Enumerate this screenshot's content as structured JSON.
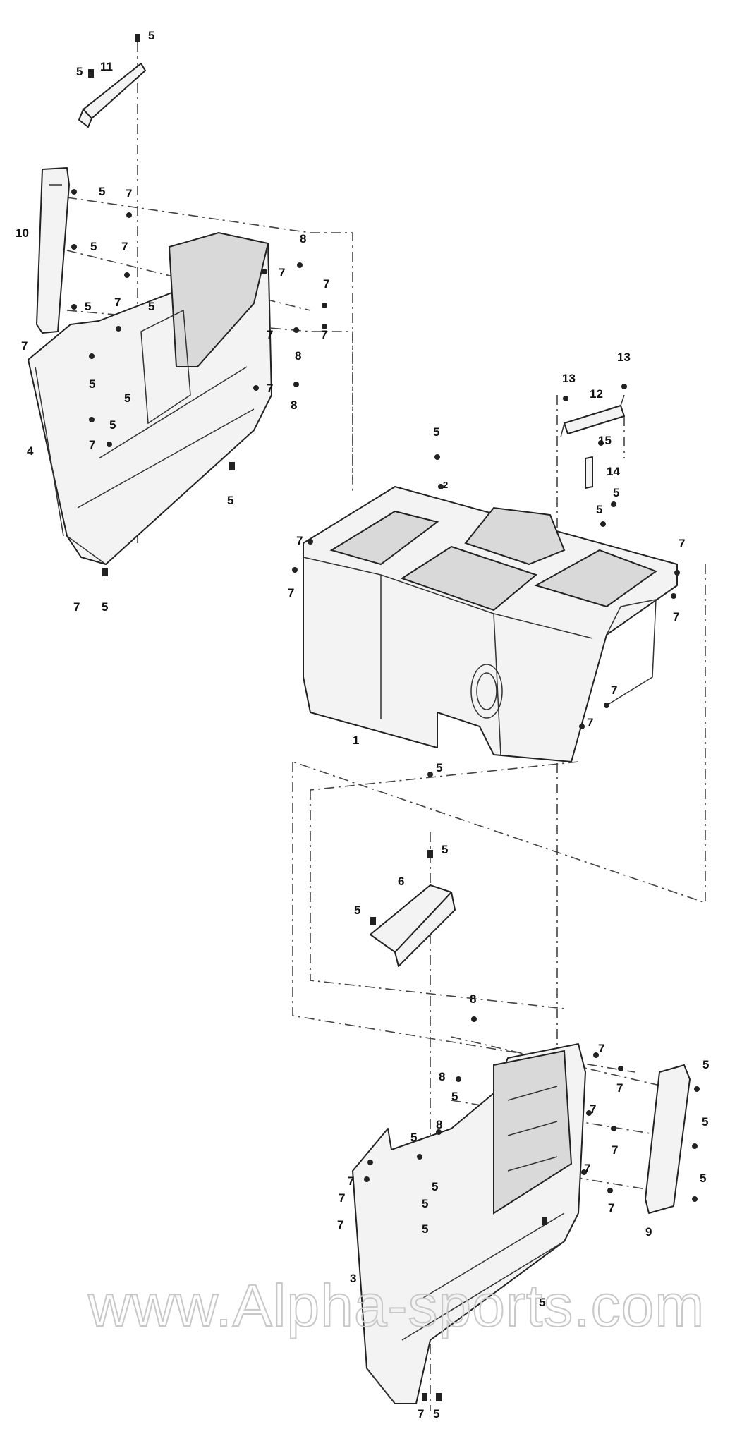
{
  "diagram": {
    "callouts": {
      "c1": "1",
      "c2": "2",
      "c3": "3",
      "c4": "4",
      "c5": "5",
      "c6": "6",
      "c7": "7",
      "c8": "8",
      "c9": "9",
      "c10": "10",
      "c11": "11",
      "c12": "12",
      "c13": "13",
      "c14": "14",
      "c15": "15"
    },
    "watermark": "www.Alpha-sports.com"
  }
}
